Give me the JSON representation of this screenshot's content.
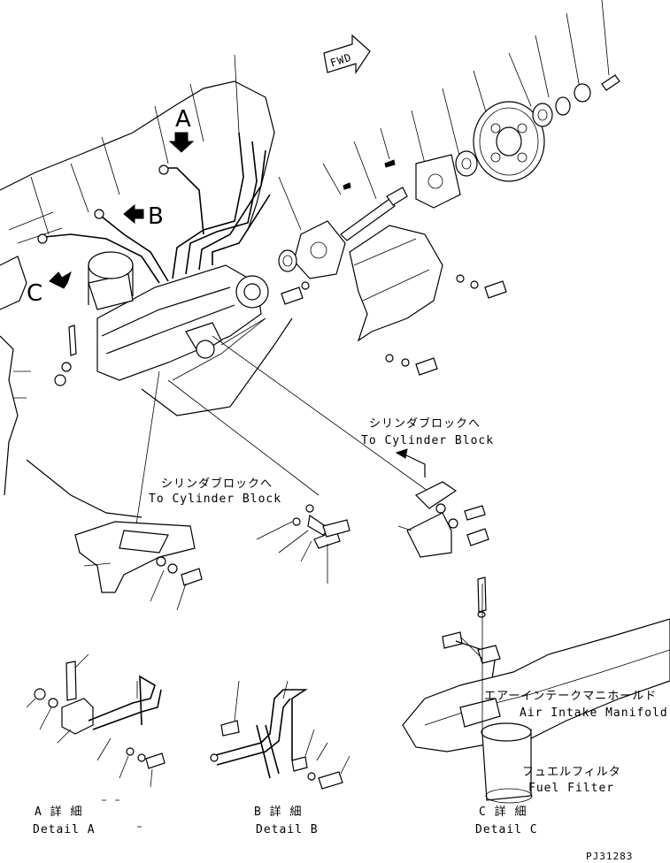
{
  "labels": {
    "fwd": "FWD",
    "view_a": "A",
    "view_b": "B",
    "view_c": "C",
    "to_cylinder_block_right_jp": "シリンダブロックへ",
    "to_cylinder_block_right_en": "To Cylinder Block",
    "to_cylinder_block_left_jp": "シリンダブロックへ",
    "to_cylinder_block_left_en": "To Cylinder Block",
    "air_intake_jp": "エアーインテークマニホールド",
    "air_intake_en": "Air Intake Manifold",
    "fuel_filter_jp": "フュエルフィルタ",
    "fuel_filter_en": "Fuel Filter",
    "detail_a_jp": "A 詳 細",
    "detail_a_en": "Detail A",
    "detail_b_jp": "B 詳 細",
    "detail_b_en": "Detail B",
    "detail_c_jp": "C 詳 細",
    "detail_c_en": "Detail C",
    "drawing_number": "PJ31283"
  },
  "colors": {
    "line": "#000000",
    "background": "#ffffff"
  }
}
